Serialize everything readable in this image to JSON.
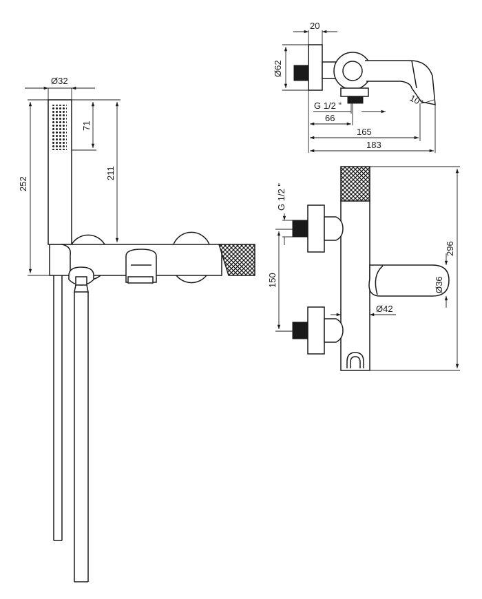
{
  "dimensions": {
    "handshower_diameter": "Ø32",
    "handshower_head_length": "71",
    "handshower_to_body": "211",
    "total_height_left": "252",
    "wall_plate_thickness": "20",
    "wall_plate_diameter": "Ø62",
    "connection_thread_top": "G 1/2 \"",
    "wall_to_body": "66",
    "wall_to_spout_base": "165",
    "total_depth": "183",
    "spout_angle": "10°",
    "connection_thread_side": "G 1/2 \"",
    "connection_spacing": "150",
    "total_height_right": "296",
    "spout_diameter": "Ø36",
    "body_diameter": "Ø42"
  }
}
